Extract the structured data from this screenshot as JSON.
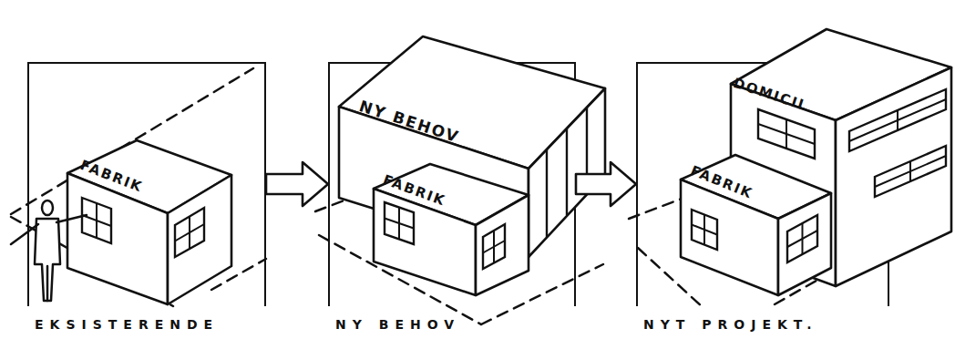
{
  "diagram": {
    "nodes": [
      {
        "text": [
          "EKSISTERENDE"
        ]
      },
      {
        "text": [
          "FABRIK"
        ],
        "in": 0
      },
      {
        "text": [
          "NY BEHOV"
        ]
      },
      {
        "text": [
          "NY BEHOV"
        ],
        "in": 2
      },
      {
        "text": [
          "FABRIK"
        ],
        "in": 2
      },
      {
        "text": [
          "NYT PROJEKT."
        ]
      },
      {
        "text": [
          "DOMICIL"
        ],
        "in": 5
      },
      {
        "text": [
          "FABRIK"
        ],
        "in": 5
      }
    ],
    "edges": [
      {
        "from": 0,
        "to": 2,
        "arrow": "to"
      },
      {
        "from": 2,
        "to": 5,
        "arrow": "to"
      }
    ]
  }
}
